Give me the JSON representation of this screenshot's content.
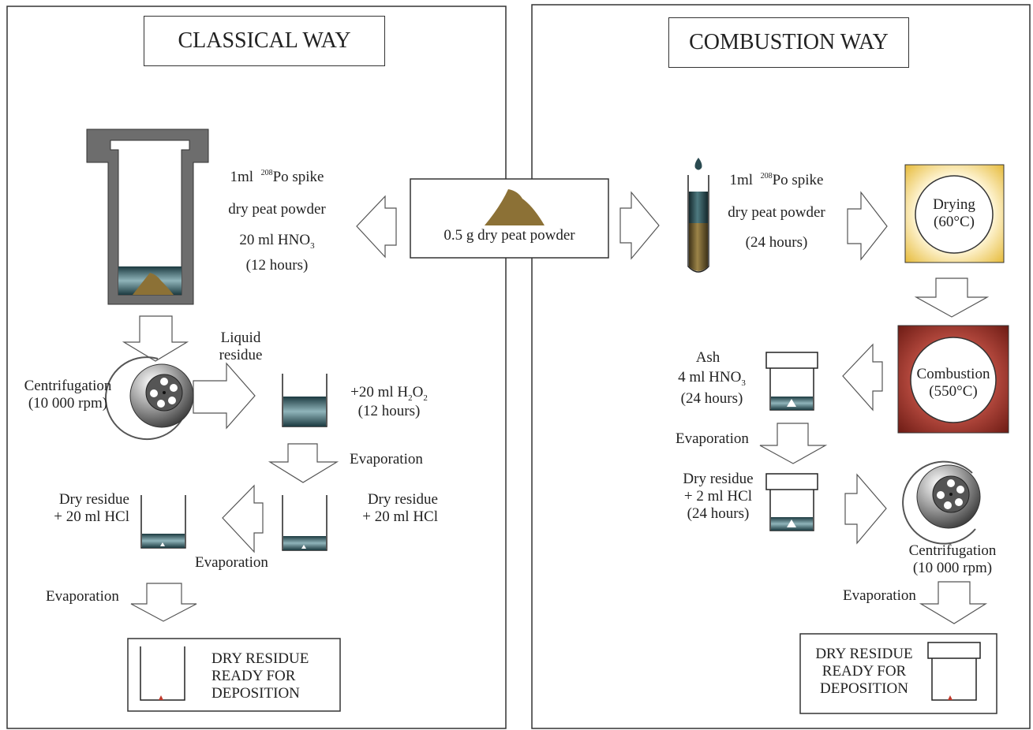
{
  "left": {
    "title": "CLASSICAL WAY",
    "spike": {
      "prefix": "1ml",
      "isotope": "208",
      "suffix": "Po spike"
    },
    "peat": "dry peat powder",
    "hno3": {
      "prefix": "20 ml HNO",
      "sub": "3"
    },
    "time1": "(12 hours)",
    "liquid_residue": [
      "Liquid",
      "residue"
    ],
    "centrifugation": [
      "Centrifugation",
      "(10 000 rpm)"
    ],
    "h2o2": {
      "prefix": "+20 ml H",
      "sub1": "2",
      "mid": "O",
      "sub2": "2"
    },
    "time2": "(12 hours)",
    "evaporation1": "Evaporation",
    "dry_residue_right": [
      "Dry residue",
      "+ 20 ml HCl"
    ],
    "dry_residue_left": [
      "Dry residue",
      "+ 20 ml HCl"
    ],
    "evaporation2": "Evaporation",
    "evaporation3": "Evaporation",
    "final": [
      "DRY RESIDUE",
      "READY FOR",
      "DEPOSITION"
    ]
  },
  "center": {
    "sample": "0.5 g dry peat powder"
  },
  "right": {
    "title": "COMBUSTION WAY",
    "spike": {
      "prefix": "1ml",
      "isotope": "208",
      "suffix": "Po spike"
    },
    "peat": "dry peat powder",
    "time1": "(24 hours)",
    "drying": [
      "Drying",
      "(60°C)"
    ],
    "combustion": [
      "Combustion",
      "(550°C)"
    ],
    "ash": "Ash",
    "hno3": {
      "prefix": "4 ml HNO",
      "sub": "3"
    },
    "time2": "(24 hours)",
    "evaporation1": "Evaporation",
    "dry_residue": [
      "Dry residue",
      "+ 2 ml HCl",
      "(24 hours)"
    ],
    "centrifugation": [
      "Centrifugation",
      "(10 000 rpm)"
    ],
    "evaporation2": "Evaporation",
    "final": [
      "DRY RESIDUE",
      "READY FOR",
      "DEPOSITION"
    ]
  },
  "colors": {
    "powder": "#8c7136",
    "liquid_dark": "#1c3a40",
    "liquid_light": "#b8d4d8",
    "drying_fill": "#e6bb3c",
    "combustion_fill": "#6e1c15",
    "vessel_gray": "#6d6d6d",
    "residue_red": "#c0392b"
  }
}
